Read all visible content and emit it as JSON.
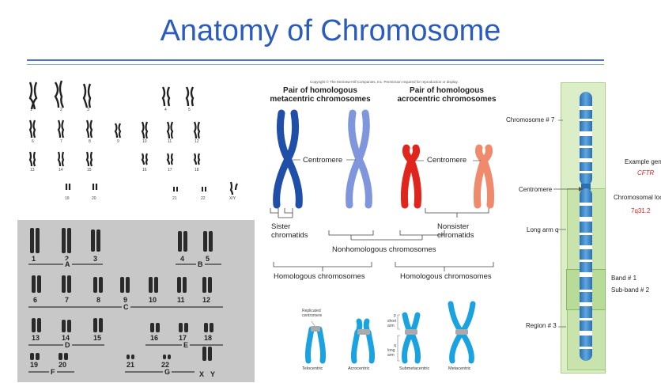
{
  "slide": {
    "title": "Anatomy of Chromosome"
  },
  "karyotype_top": {
    "numbers_row1": [
      "1",
      "2",
      "3",
      "4",
      "5"
    ],
    "numbers_row2": [
      "6",
      "7",
      "8",
      "9",
      "10",
      "11",
      "12"
    ],
    "numbers_row3": [
      "13",
      "14",
      "15",
      "16",
      "17",
      "18"
    ],
    "numbers_row4": [
      "19",
      "20",
      "21",
      "22",
      "X/Y"
    ]
  },
  "karyotype_bottom": {
    "numbers": [
      "1",
      "2",
      "3",
      "4",
      "5",
      "6",
      "7",
      "8",
      "9",
      "10",
      "11",
      "12",
      "13",
      "14",
      "15",
      "16",
      "17",
      "18",
      "19",
      "20",
      "21",
      "22",
      "X",
      "Y"
    ],
    "groups": [
      "A",
      "B",
      "C",
      "D",
      "E",
      "F",
      "G"
    ]
  },
  "center_diagram": {
    "copyright": "Copyright © The McGraw-Hill Companies, Inc. Permission required for reproduction or display.",
    "header_left": "Pair of homologous\nmetacentric chromosomes",
    "header_right": "Pair of homologous\nacrocentric chromosomes",
    "centromere_left": "Centromere",
    "centromere_right": "Centromere",
    "sister_chromatids": "Sister\nchromatids",
    "nonsister_chromatids": "Nonsister\nchromatids",
    "nonhomologous": "Nonhomologous chromosomes",
    "homologous_left": "Homologous chromosomes",
    "homologous_right": "Homologous chromosomes"
  },
  "types_diagram": {
    "replicated_centromere": "Replicated\ncentromere",
    "p_label": "p",
    "short_arm": "short\narm",
    "q_label": "q",
    "long_arm": "long\narm",
    "types": [
      "Telocentric",
      "Acrocentric",
      "Submetacentric",
      "Metacentric"
    ]
  },
  "right_diagram": {
    "chromosome_num": "Chromosome # 7",
    "centromere": "Centromere",
    "long_arm": "Long arm q",
    "band": "Band # 1",
    "subband": "Sub-band # 2",
    "region": "Region # 3",
    "example_gene_label": "Example gene",
    "example_gene": "CFTR",
    "chrom_loc_label": "Chromosomal loc",
    "chrom_loc": "7q31.2"
  },
  "colors": {
    "title": "#2a5bbd",
    "dark_blue": "#1f4fa8",
    "light_blue": "#7f96dc",
    "red": "#e0261c",
    "salmon": "#f08a6c",
    "cyan": "#1aa3e0",
    "green_panel": "#dceec8"
  }
}
